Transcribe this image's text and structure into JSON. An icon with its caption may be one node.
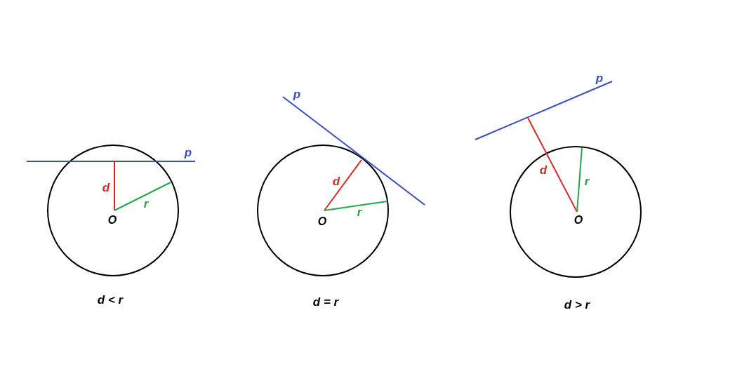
{
  "diagram": {
    "labels": [
      "p",
      "d",
      "r",
      "O",
      "d < r",
      "p",
      "d",
      "r",
      "O",
      "d = r",
      "p",
      "d",
      "r",
      "O",
      "d > r"
    ]
  }
}
